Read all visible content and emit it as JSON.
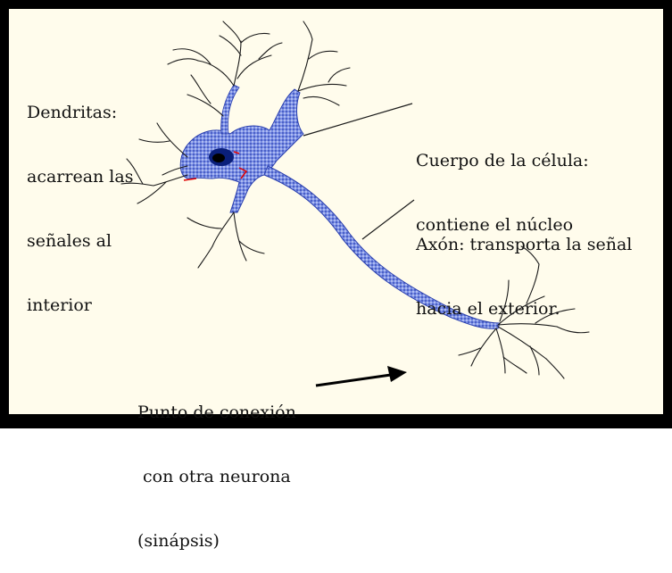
{
  "title": "",
  "colors": {
    "frame_border": "#000000",
    "background": "#fffcec",
    "cell_fill": "#5a6fd6",
    "nucleus": "#0a1f7a",
    "accent_red": "#e00000",
    "line": "#1a1a1a"
  },
  "labels": {
    "dendrites": [
      "Dendritas:",
      "acarrean las",
      "señales al",
      "interior"
    ],
    "cell_body": [
      "Cuerpo de la célula:",
      "contiene el núcleo"
    ],
    "axon": [
      "Axón: transporta la señal",
      "hacia el exterior."
    ],
    "synapse": [
      "Punto de conexión",
      " con otra neurona",
      "(sinápsis)"
    ]
  }
}
